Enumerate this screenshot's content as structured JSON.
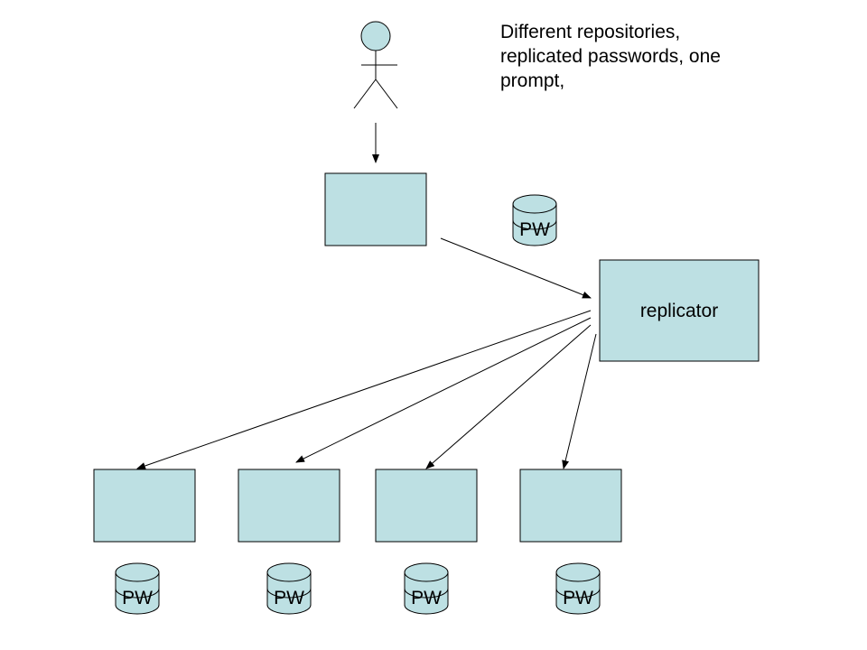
{
  "caption": {
    "line1": "Different repositories,",
    "line2": "replicated passwords, one",
    "line3": "prompt,"
  },
  "nodes": {
    "client_box_label": "",
    "replicator_label": "replicator",
    "target_box_labels": [
      "",
      "",
      "",
      ""
    ]
  },
  "databases": {
    "client_db_label": "PW",
    "target_db_labels": [
      "PW",
      "PW",
      "PW",
      "PW"
    ]
  },
  "colors": {
    "fill": "#bde0e3",
    "stroke": "#000000",
    "background": "#ffffff"
  }
}
